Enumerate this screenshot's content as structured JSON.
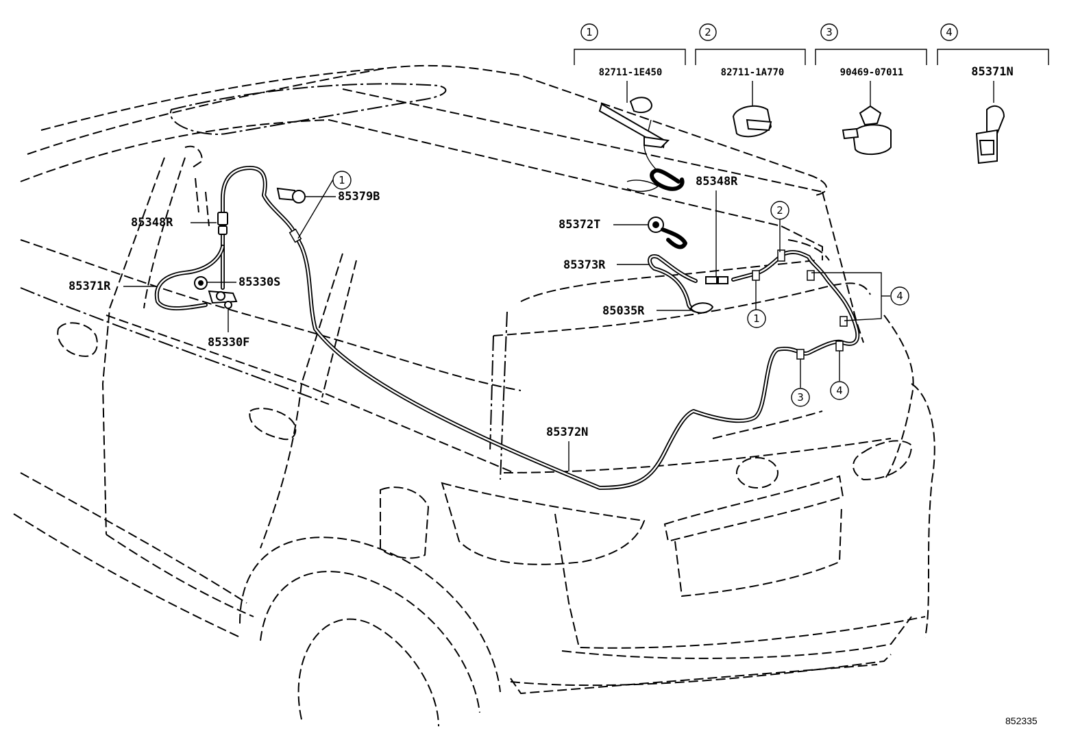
{
  "callout_groups": [
    {
      "num": "1",
      "part": "82711-1E450"
    },
    {
      "num": "2",
      "part": "82711-1A770"
    },
    {
      "num": "3",
      "part": "90469-07011"
    },
    {
      "num": "4",
      "part": "85371N"
    }
  ],
  "part_labels": {
    "p85379B": "85379B",
    "p85348R_left": "85348R",
    "p85371R": "85371R",
    "p85330S": "85330S",
    "p85330F": "85330F",
    "p85372T": "85372T",
    "p85348R_right": "85348R",
    "p85373R": "85373R",
    "p85035R": "85035R",
    "p85372N": "85372N"
  },
  "diagram_callouts": {
    "c1_left": "1",
    "c2_top": "2",
    "c4_right": "4",
    "c1_mid": "1",
    "c3_bottom": "3",
    "c4_bottom": "4"
  },
  "reference_number": "852335"
}
